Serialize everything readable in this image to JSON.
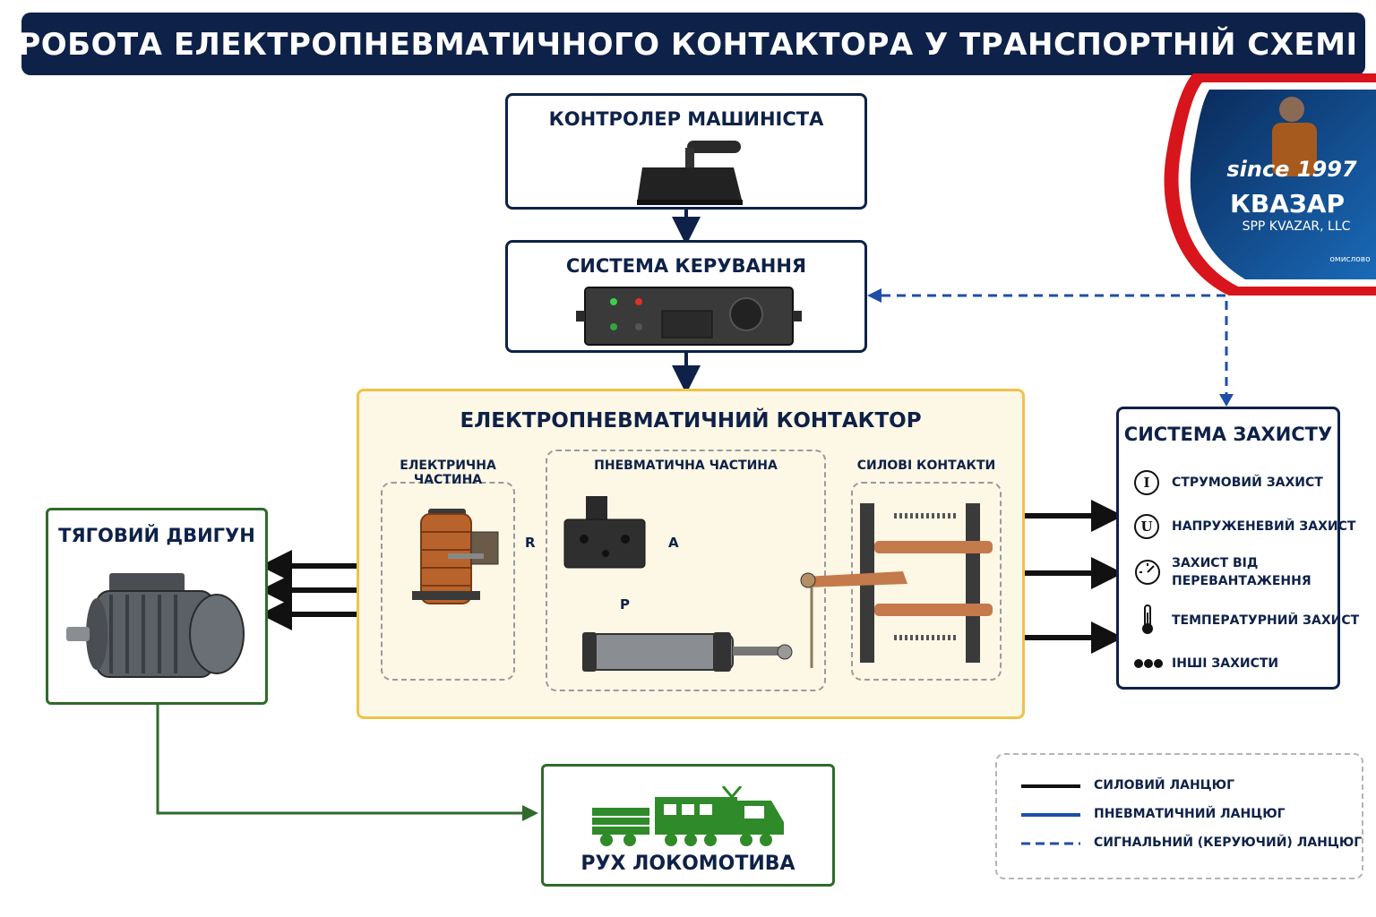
{
  "title": "РОБОТА ЕЛЕКТРОПНЕВМАТИЧНОГО КОНТАКТОРА У ТРАНСПОРТНІЙ СХЕМІ",
  "controller": {
    "title": "КОНТРОЛЕР МАШИНІСТА"
  },
  "control_system": {
    "title": "СИСТЕМА КЕРУВАННЯ"
  },
  "contactor": {
    "title": "ЕЛЕКТРОПНЕВМАТИЧНИЙ КОНТАКТОР",
    "electrical_part": "ЕЛЕКТРИЧНА ЧАСТИНА",
    "pneumatic_part": "ПНЕВМАТИЧНА ЧАСТИНА",
    "power_contacts": "СИЛОВІ КОНТАКТИ",
    "port_r": "R",
    "port_a": "A",
    "port_p": "P"
  },
  "traction_motor": {
    "title": "ТЯГОВИЙ ДВИГУН"
  },
  "locomotive": {
    "title": "РУХ ЛОКОМОТИВА"
  },
  "protection": {
    "title": "СИСТЕМА ЗАХИСТУ",
    "items": [
      {
        "icon": "I",
        "label": "СТРУМОВИЙ ЗАХИСТ"
      },
      {
        "icon": "U",
        "label": "НАПРУЖЕНЕВИЙ ЗАХИСТ"
      },
      {
        "icon": "gauge-icon",
        "label_line1": "ЗАХИСТ ВІД",
        "label_line2": "ПЕРЕВАНТАЖЕННЯ"
      },
      {
        "icon": "thermometer-icon",
        "label": "ТЕМПЕРАТУРНИЙ ЗАХИСТ"
      },
      {
        "icon": "dots-icon",
        "label": "ІНШІ ЗАХИСТИ"
      }
    ]
  },
  "legend": {
    "power": "СИЛОВИЙ ЛАНЦЮГ",
    "pneumatic": "ПНЕВМАТИЧНИЙ ЛАНЦЮГ",
    "signal": "СИГНАЛЬНИЙ (КЕРУЮЧИЙ) ЛАНЦЮГ"
  },
  "logo": {
    "since": "since 1997",
    "brand": "КВАЗАР",
    "company": "SPP KVAZAR, LLC",
    "tagline": "омислово"
  },
  "colors": {
    "navy": "#0e2148",
    "power_line": "#111111",
    "pneumatic_line": "#1f4ea8",
    "signal_line": "#1f4ea8",
    "motion_line": "#2f6b2a",
    "contactor_border": "#f0c24a",
    "contactor_fill": "#fdf7e6"
  }
}
